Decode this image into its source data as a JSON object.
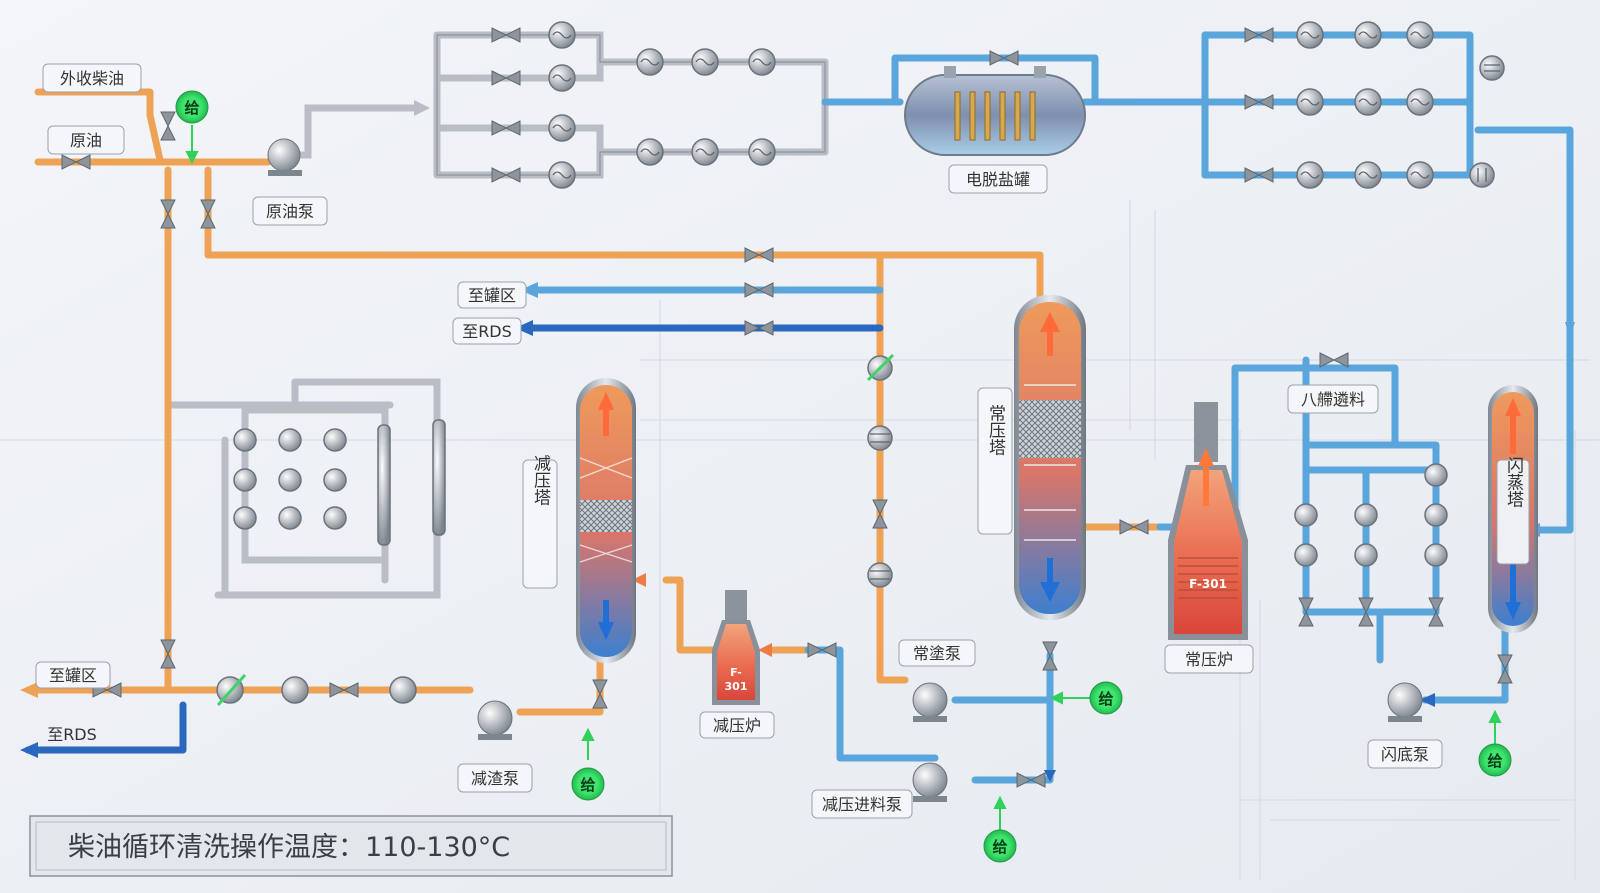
{
  "labels": {
    "external_diesel": "外收柴油",
    "crude_oil": "原油",
    "crude_pump": "原油泵",
    "desalter": "电脱盐罐",
    "to_tank_top": "至罐区",
    "to_rds_top": "至RDS",
    "to_tank_bottom": "至罐区",
    "to_rds_bottom": "至RDS",
    "vacuum_tower": "减压塔",
    "atm_tower": "常压塔",
    "flash_tower": "闪蒸塔",
    "atm_bottom_pump": "常塗泵",
    "atm_furnace": "常压炉",
    "vac_furnace": "减压炉",
    "vac_residue_pump": "减渣泵",
    "vac_feed_pump": "减压进料泵",
    "flash_bottom_pump": "闪底泵",
    "crossover": "八艜遴料",
    "furnace_tag_atm": "F-301",
    "furnace_tag_vac_1": "F-",
    "furnace_tag_vac_2": "301"
  },
  "give_badges": [
    "给",
    "给",
    "给",
    "给",
    "给"
  ],
  "banner": "柴油循环清洗操作温度：110-130°C",
  "colors": {
    "hot_pipe": "#eea255",
    "cold_pipe": "#5aa5dc",
    "dark_blue_pipe": "#2a68c0",
    "gray_pipe": "#b9bec6",
    "give_green": "#2fd15a"
  }
}
